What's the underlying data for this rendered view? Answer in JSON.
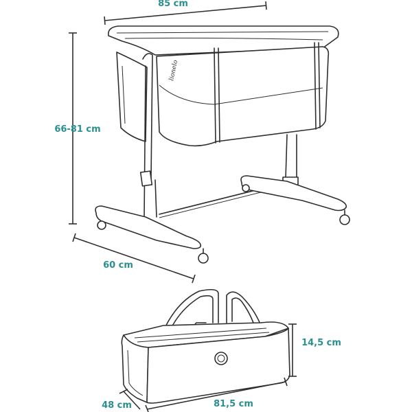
{
  "dimensions": {
    "width": "85 cm",
    "height": "66-81 cm",
    "depth": "60 cm",
    "bag_height": "14,5 cm",
    "bag_depth": "48 cm",
    "bag_length": "81,5 cm"
  },
  "brand": "lionelo",
  "colors": {
    "label": "#2b8f8f",
    "ink": "#2e2e2e"
  }
}
